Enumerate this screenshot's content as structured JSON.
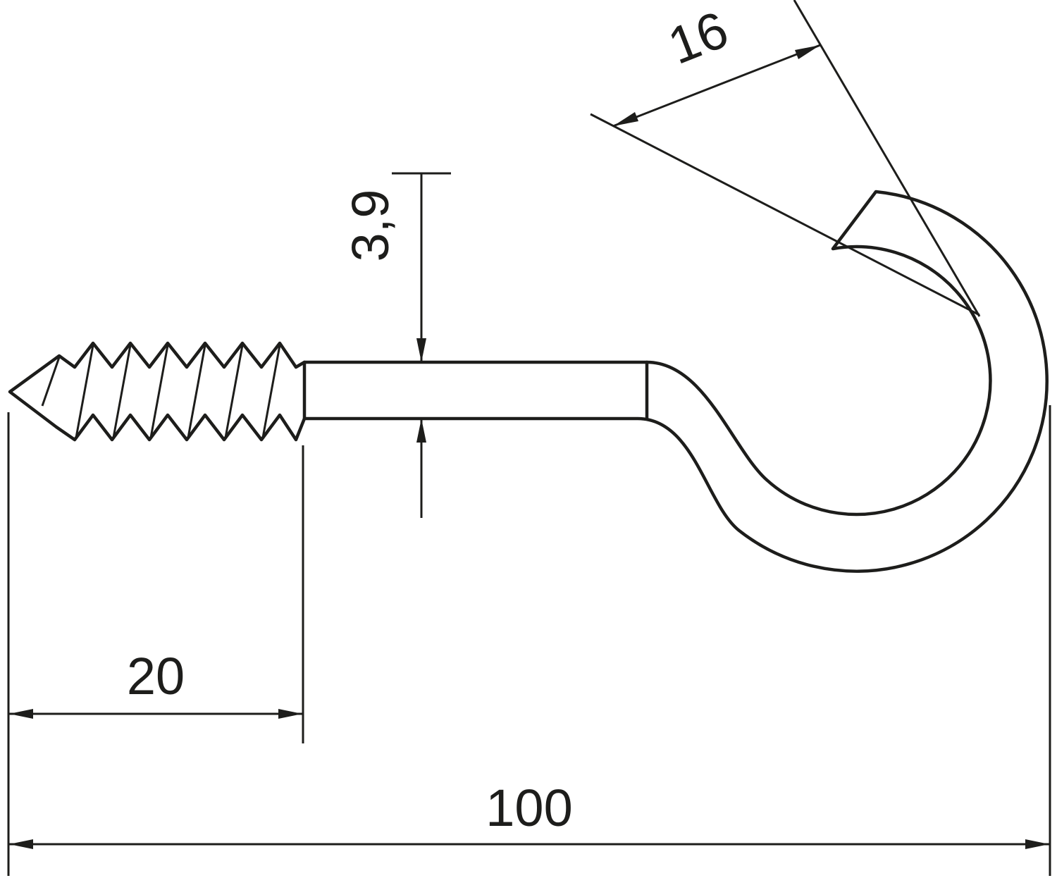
{
  "drawing": {
    "background": "#ffffff",
    "line_color": "#1d1d1b",
    "labels": {
      "hook_opening": "16",
      "shank_diameter": "3,9",
      "thread_length": "20",
      "overall_length": "100"
    }
  }
}
